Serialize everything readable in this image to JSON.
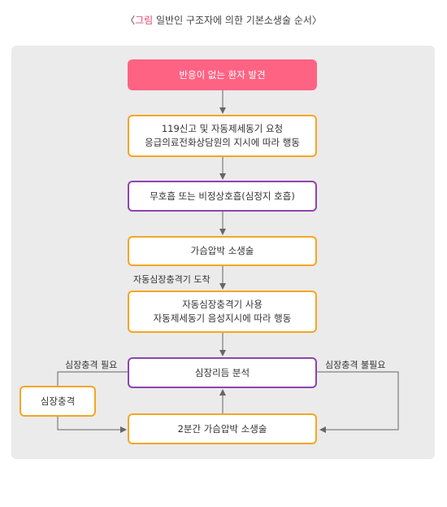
{
  "caption": {
    "open": "〈",
    "label": "그림",
    "text": " 일반인 구조자에 의한 기본소생술 순서",
    "close": "〉"
  },
  "nodes": {
    "start": {
      "lines": [
        "반응이 없는 환자 발견"
      ]
    },
    "call119": {
      "lines": [
        "119신고 및 자동제세동기 요청",
        "응급의료전화상담원의 지시에 따라 행동"
      ]
    },
    "breathing": {
      "lines": [
        "무호흡 또는 비정상호흡(심정지 호흡)"
      ]
    },
    "compression": {
      "lines": [
        "가슴압박 소생술"
      ]
    },
    "aed_use": {
      "lines": [
        "자동심장충격기 사용",
        "자동제세동기 음성지시에 따라 행동"
      ]
    },
    "rhythm": {
      "lines": [
        "심장리듬 분석"
      ]
    },
    "shock": {
      "lines": [
        "심장충격"
      ]
    },
    "cpr2min": {
      "lines": [
        "2분간 가슴압박 소생술"
      ]
    }
  },
  "edge_labels": {
    "aed_arrival": "자동심장충격기 도착",
    "shock_needed": "심장충격 필요",
    "shock_not_needed": "심장충격 불필요"
  },
  "colors": {
    "start_fill": "#ff6384",
    "box_border": "#f5a623",
    "highlight_border": "#8e44ad",
    "connector": "#666666",
    "panel": "#ebebeb",
    "caption_label": "#e8446a"
  }
}
